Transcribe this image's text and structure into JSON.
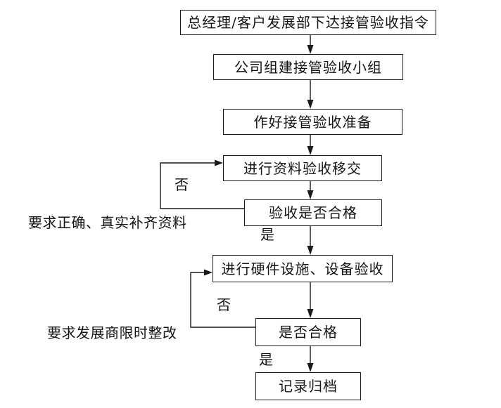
{
  "diagram": {
    "type": "flowchart",
    "nodes": [
      {
        "label": "总经理/客户发展部下达接管验收指令"
      },
      {
        "label": "公司组建接管验收小组"
      },
      {
        "label": "作好接管验收准备"
      },
      {
        "label": "进行资料验收移交"
      },
      {
        "label": "验收是否合格"
      },
      {
        "label": "进行硬件设施、设备验收"
      },
      {
        "label": "是否合格"
      },
      {
        "label": "记录归档"
      }
    ],
    "edge_labels": [
      {
        "text": "否"
      },
      {
        "text": "是"
      },
      {
        "text": "否"
      },
      {
        "text": "是"
      }
    ],
    "annotations": [
      {
        "text": "要求正确、真实补齐资料"
      },
      {
        "text": "要求发展商限时整改"
      }
    ],
    "colors": {
      "line": "#1a1a1a",
      "box_border": "#1a1a1a",
      "background": "#ffffff",
      "text": "#141414"
    }
  }
}
